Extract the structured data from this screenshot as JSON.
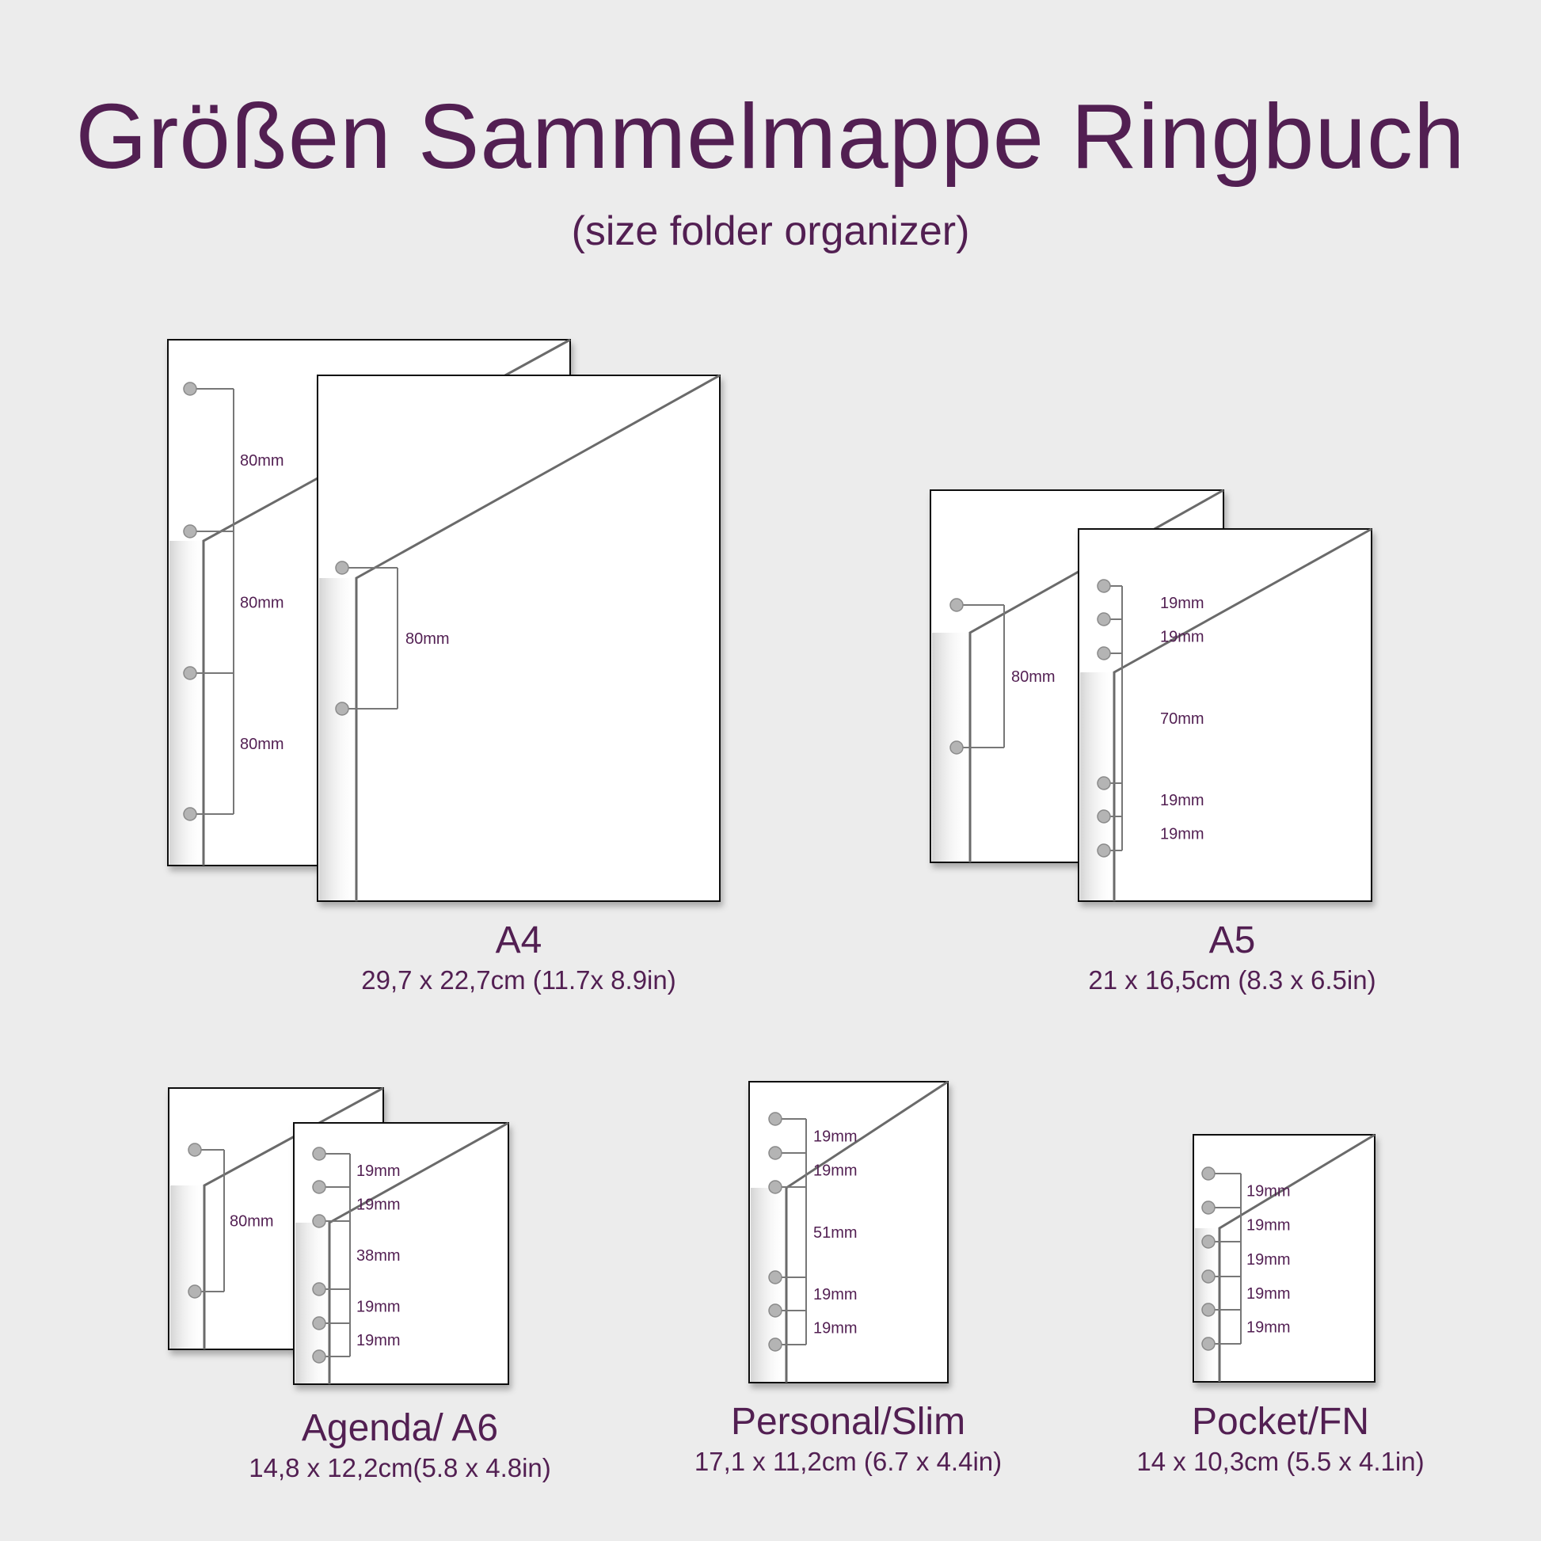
{
  "header": {
    "title": "Größen Sammelmappe Ringbuch",
    "subtitle": "(size folder organizer)"
  },
  "colors": {
    "accent": "#521f52",
    "background": "#ececec",
    "sheet": "#ffffff",
    "hole": "#b4b4b4"
  },
  "sizes": [
    {
      "name": "A4",
      "dimensions": "29,7 x 22,7cm (11.7x 8.9in)",
      "back_spacings": [
        "80mm",
        "80mm",
        "80mm"
      ],
      "front_spacings": [
        "80mm"
      ]
    },
    {
      "name": "A5",
      "dimensions": "21 x 16,5cm (8.3 x 6.5in)",
      "back_spacings": [
        "80mm"
      ],
      "front_spacings": [
        "19mm",
        "19mm",
        "70mm",
        "19mm",
        "19mm"
      ]
    },
    {
      "name": "Agenda/ A6",
      "dimensions": "14,8 x 12,2cm(5.8 x 4.8in)",
      "back_spacings": [
        "80mm"
      ],
      "front_spacings": [
        "19mm",
        "19mm",
        "38mm",
        "19mm",
        "19mm"
      ]
    },
    {
      "name": "Personal/Slim",
      "dimensions": "17,1 x 11,2cm (6.7 x 4.4in)",
      "front_spacings": [
        "19mm",
        "19mm",
        "51mm",
        "19mm",
        "19mm"
      ]
    },
    {
      "name": "Pocket/FN",
      "dimensions": "14 x 10,3cm (5.5 x 4.1in)",
      "front_spacings": [
        "19mm",
        "19mm",
        "19mm",
        "19mm",
        "19mm"
      ]
    }
  ]
}
